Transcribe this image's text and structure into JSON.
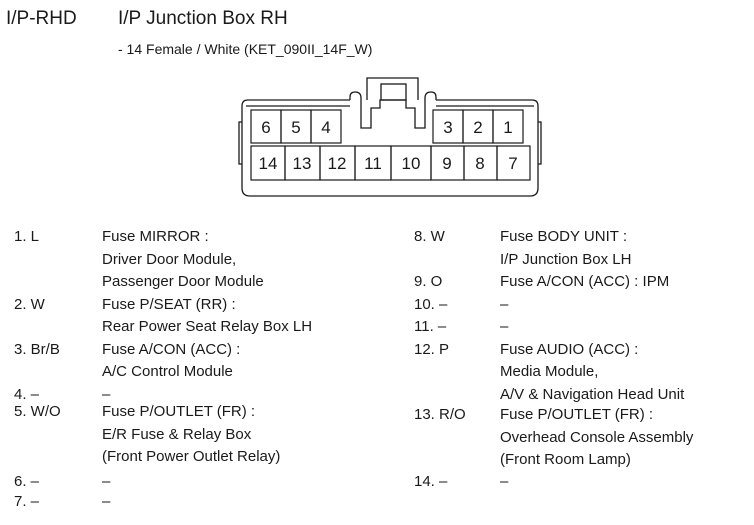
{
  "header": {
    "code": "I/P-RHD",
    "title": "I/P Junction Box RH",
    "subtitle": "- 14 Female / White (KET_090II_14F_W)"
  },
  "connector": {
    "top_row": [
      "6",
      "5",
      "4",
      "3",
      "2",
      "1"
    ],
    "bottom_row": [
      "14",
      "13",
      "12",
      "11",
      "10",
      "9",
      "8",
      "7"
    ]
  },
  "pins_left": [
    {
      "num": "1. L",
      "lines": [
        "Fuse MIRROR :",
        "Driver Door Module,",
        "Passenger Door Module"
      ]
    },
    {
      "num": "2. W",
      "lines": [
        "Fuse P/SEAT (RR) :",
        "Rear Power Seat Relay Box LH"
      ]
    },
    {
      "num": "3. Br/B",
      "lines": [
        "Fuse A/CON (ACC) :",
        "A/C Control Module"
      ]
    },
    {
      "num": "4. –",
      "lines": [
        "–"
      ]
    },
    {
      "num": "5. W/O",
      "lines": [
        "Fuse P/OUTLET (FR) :",
        "E/R Fuse & Relay Box",
        "(Front Power Outlet Relay)"
      ]
    },
    {
      "num": "6. –",
      "lines": [
        "–"
      ]
    },
    {
      "num": "7. –",
      "lines": [
        "–"
      ]
    }
  ],
  "pins_right": [
    {
      "num": "8. W",
      "lines": [
        "Fuse BODY UNIT :",
        "I/P Junction Box LH"
      ]
    },
    {
      "num": "9. O",
      "lines": [
        "Fuse A/CON (ACC) : IPM"
      ]
    },
    {
      "num": "10. –",
      "lines": [
        "–"
      ]
    },
    {
      "num": "11. –",
      "lines": [
        "–"
      ]
    },
    {
      "num": "12. P",
      "lines": [
        "Fuse AUDIO (ACC) :",
        "Media Module,",
        "A/V & Navigation Head Unit"
      ]
    },
    {
      "num": "13. R/O",
      "lines": [
        "Fuse P/OUTLET (FR) :",
        "Overhead Console Assembly",
        "(Front Room Lamp)"
      ]
    },
    {
      "num": "14. –",
      "lines": [
        "–"
      ]
    }
  ]
}
